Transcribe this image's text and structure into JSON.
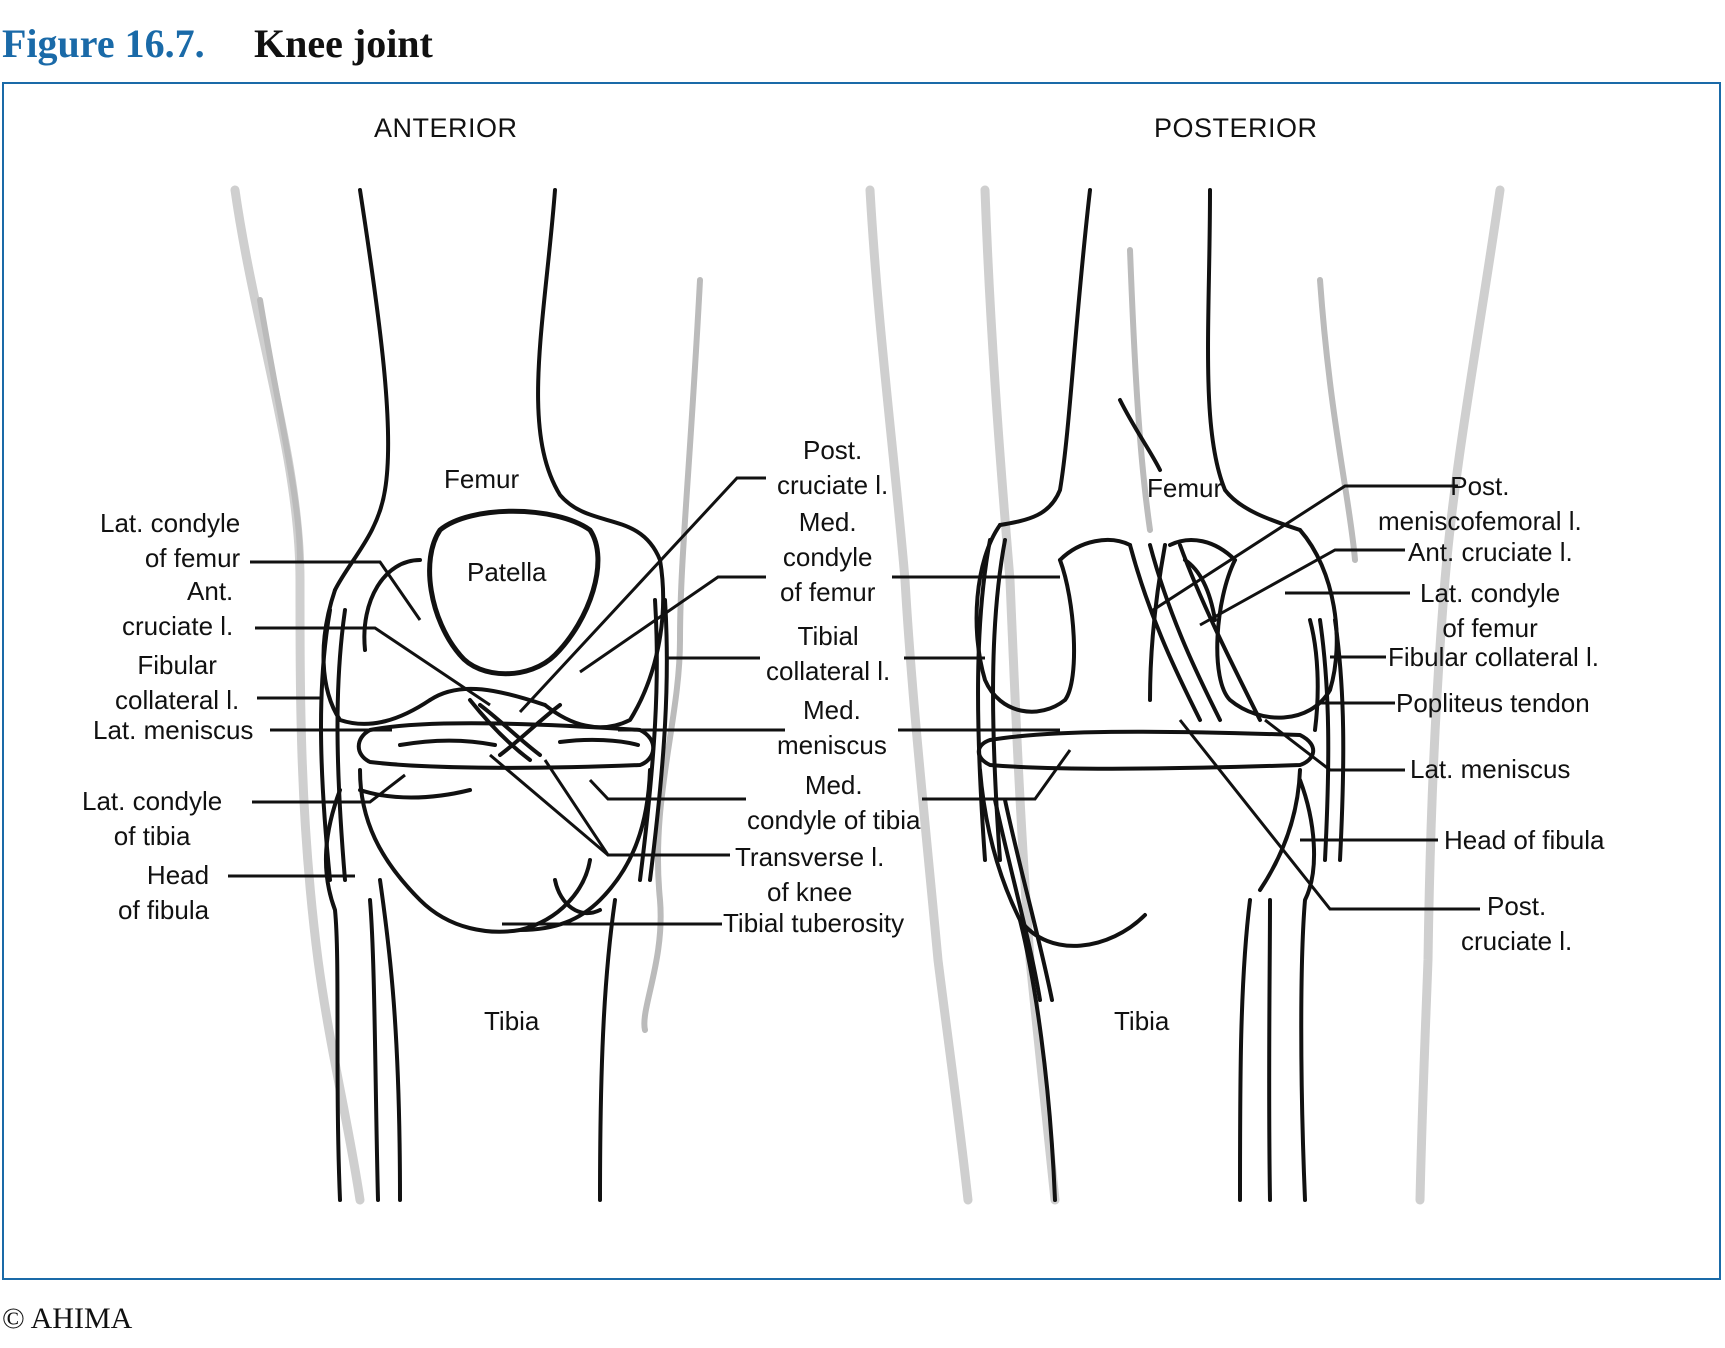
{
  "header": {
    "figure_number": "Figure 16.7.",
    "title": "Knee joint",
    "accent_color": "#1a6aa8"
  },
  "views": {
    "anterior": "ANTERIOR",
    "posterior": "POSTERIOR"
  },
  "anterior_labels": {
    "femur": "Femur",
    "patella": "Patella",
    "tibia": "Tibia",
    "lat_condyle_femur": "Lat. condyle\nof femur",
    "ant_cruciate": "Ant.\ncruciate l.",
    "fibular_collateral": "Fibular\ncollateral l.",
    "lat_meniscus": "Lat. meniscus",
    "lat_condyle_tibia": "Lat. condyle\nof tibia",
    "head_fibula": "Head\nof fibula",
    "post_cruciate": "Post.\ncruciate l.",
    "med_condyle_femur": "Med.\ncondyle\nof femur",
    "tibial_collateral": "Tibial\ncollateral l.",
    "med_meniscus": "Med.\nmeniscus",
    "med_condyle_tibia": "Med.\ncondyle of tibia",
    "transverse": "Transverse l.\nof knee",
    "tibial_tuberosity": "Tibial tuberosity"
  },
  "posterior_labels": {
    "femur": "Femur",
    "tibia": "Tibia",
    "post_meniscofemoral": "Post.\nmeniscofemoral l.",
    "ant_cruciate": "Ant. cruciate l.",
    "lat_condyle_femur": "Lat. condyle\nof femur",
    "fibular_collateral": "Fibular collateral l.",
    "popliteus": "Popliteus tendon",
    "lat_meniscus": "Lat. meniscus",
    "head_fibula": "Head of fibula",
    "post_cruciate": "Post.\ncruciate l."
  },
  "footer": {
    "copyright": "© AHIMA"
  }
}
